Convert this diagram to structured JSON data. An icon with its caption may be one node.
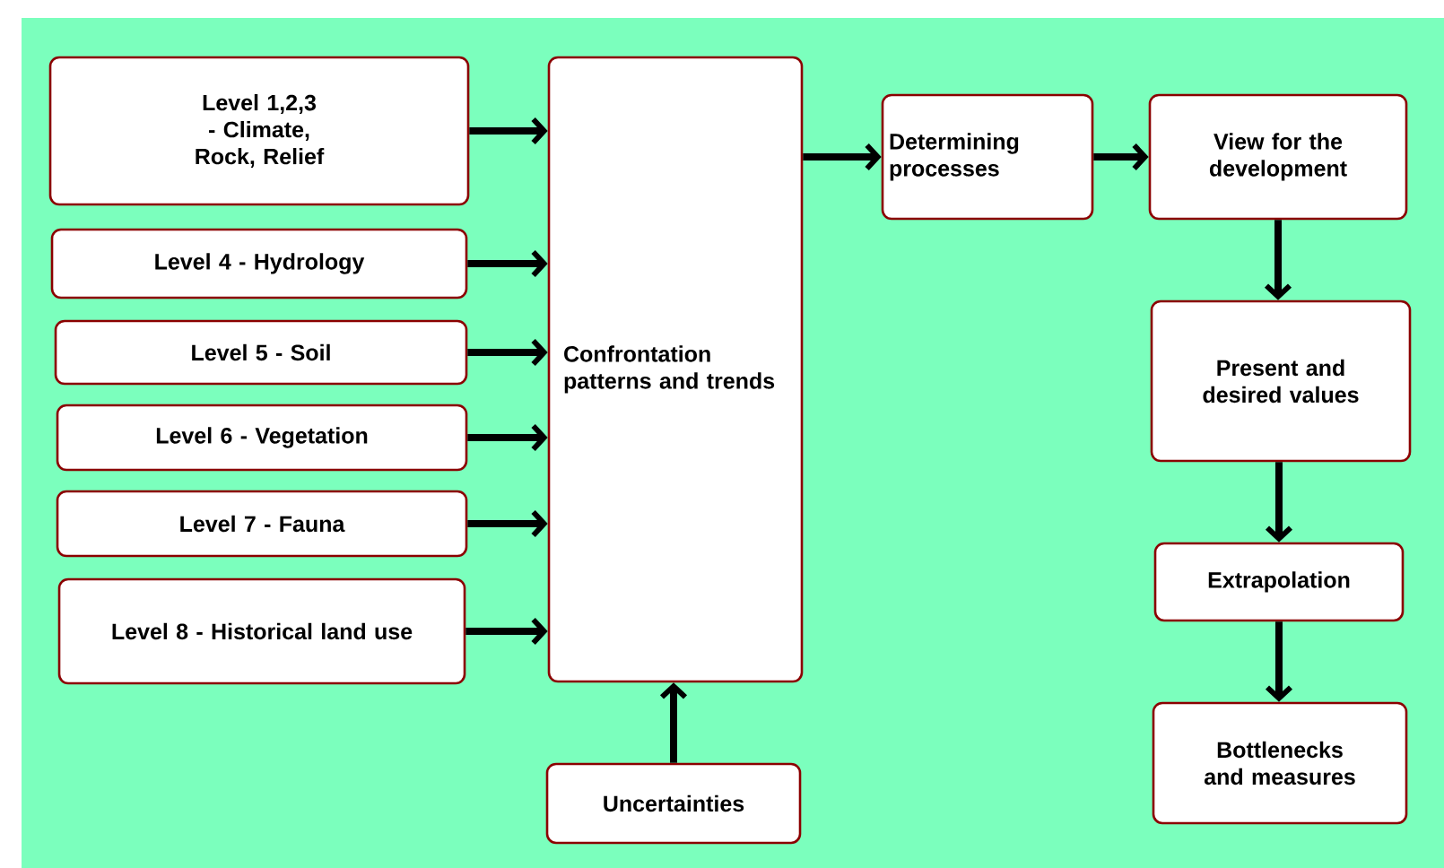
{
  "diagram": {
    "nodes": [
      {
        "text": [
          "Level 1,2,3 - Climate, Rock, Relief"
        ]
      },
      {
        "text": [
          "Level 4 - Hydrology"
        ]
      },
      {
        "text": [
          "Level 5 - Soil"
        ]
      },
      {
        "text": [
          "Level 6 - Vegetation"
        ]
      },
      {
        "text": [
          "Level 7 - Fauna"
        ]
      },
      {
        "text": [
          "Level 8 - Historical land use"
        ]
      },
      {
        "text": [
          "Confrontation patterns and trends"
        ]
      },
      {
        "text": [
          "Uncertainties"
        ]
      },
      {
        "text": [
          "Determining processes"
        ]
      },
      {
        "text": [
          "View for the development"
        ]
      },
      {
        "text": [
          "Present and desired values"
        ]
      },
      {
        "text": [
          "Extrapolation"
        ]
      },
      {
        "text": [
          "Bottlenecks and measures"
        ]
      }
    ],
    "edges": [
      {
        "from": 0,
        "to": 6,
        "arrow": "to"
      },
      {
        "from": 1,
        "to": 6,
        "arrow": "to"
      },
      {
        "from": 2,
        "to": 6,
        "arrow": "to"
      },
      {
        "from": 3,
        "to": 6,
        "arrow": "to"
      },
      {
        "from": 4,
        "to": 6,
        "arrow": "to"
      },
      {
        "from": 5,
        "to": 6,
        "arrow": "to"
      },
      {
        "from": 7,
        "to": 6,
        "arrow": "to"
      },
      {
        "from": 6,
        "to": 8,
        "arrow": "to"
      },
      {
        "from": 8,
        "to": 9,
        "arrow": "to"
      },
      {
        "from": 9,
        "to": 10,
        "arrow": "to"
      },
      {
        "from": 10,
        "to": 11,
        "arrow": "to"
      },
      {
        "from": 11,
        "to": 12,
        "arrow": "to"
      }
    ]
  }
}
